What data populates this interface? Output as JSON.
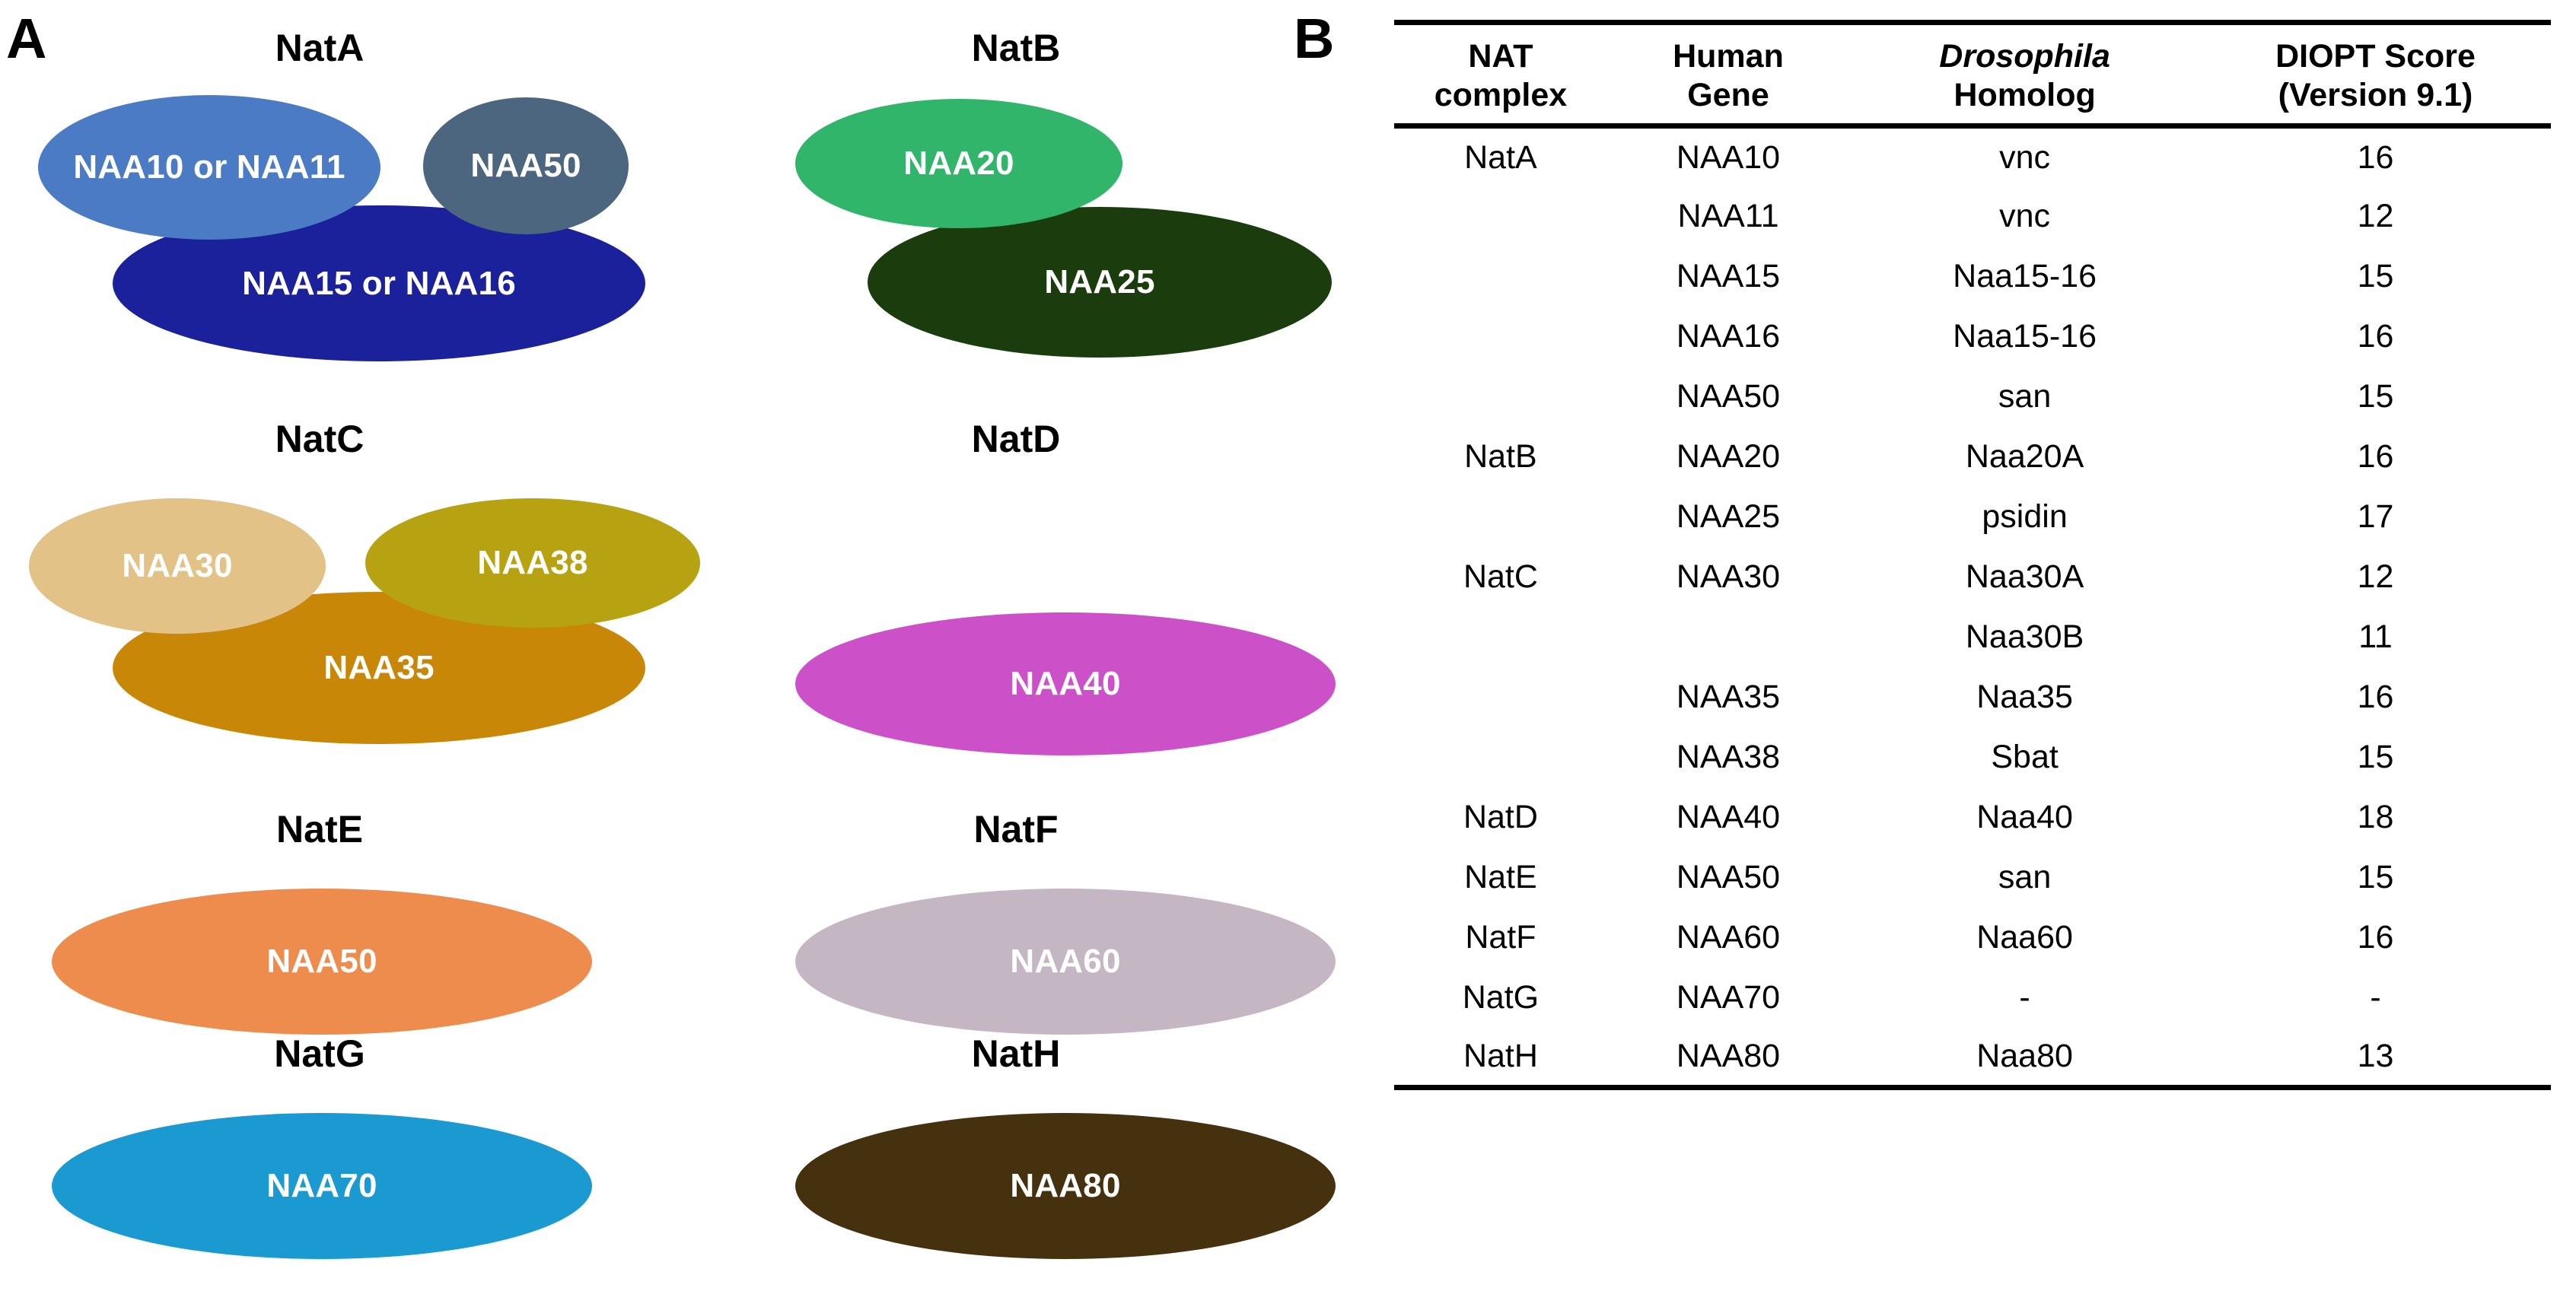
{
  "panels": {
    "a": {
      "letter": "A"
    },
    "b": {
      "letter": "B"
    }
  },
  "complexes": [
    {
      "id": "natA",
      "title": "NatA",
      "subunits": [
        {
          "label": "NAA10 or NAA11",
          "color": "#4A7BC4"
        },
        {
          "label": "NAA50",
          "color": "#4C6680"
        },
        {
          "label": "NAA15 or NAA16",
          "color": "#1B219B"
        }
      ]
    },
    {
      "id": "natB",
      "title": "NatB",
      "subunits": [
        {
          "label": "NAA20",
          "color": "#31B56B"
        },
        {
          "label": "NAA25",
          "color": "#1B3D0E"
        }
      ]
    },
    {
      "id": "natC",
      "title": "NatC",
      "subunits": [
        {
          "label": "NAA30",
          "color": "#E2C287"
        },
        {
          "label": "NAA38",
          "color": "#B7A212"
        },
        {
          "label": "NAA35",
          "color": "#C98708"
        }
      ]
    },
    {
      "id": "natD",
      "title": "NatD",
      "subunits": [
        {
          "label": "NAA40",
          "color": "#CC51C8"
        }
      ]
    },
    {
      "id": "natE",
      "title": "NatE",
      "subunits": [
        {
          "label": "NAA50",
          "color": "#EE8C4D"
        }
      ]
    },
    {
      "id": "natF",
      "title": "NatF",
      "subunits": [
        {
          "label": "NAA60",
          "color": "#C4B6C2"
        }
      ]
    },
    {
      "id": "natG",
      "title": "NatG",
      "subunits": [
        {
          "label": "NAA70",
          "color": "#1B9AD2"
        }
      ]
    },
    {
      "id": "natH",
      "title": "NatH",
      "subunits": [
        {
          "label": "NAA80",
          "color": "#46310E"
        }
      ]
    }
  ],
  "table": {
    "headers": [
      {
        "line1": "NAT",
        "line2": "complex",
        "italic": false
      },
      {
        "line1": "Human",
        "line2": "Gene",
        "italic": false
      },
      {
        "line1": "Drosophila",
        "line2": "Homolog",
        "italic": true
      },
      {
        "line1": "DIOPT Score",
        "line2": "(Version 9.1)",
        "italic": false
      }
    ],
    "rows": [
      {
        "complex": "NatA",
        "gene": "NAA10",
        "homolog": "vnc",
        "score": "16"
      },
      {
        "complex": "",
        "gene": "NAA11",
        "homolog": "vnc",
        "score": "12"
      },
      {
        "complex": "",
        "gene": "NAA15",
        "homolog": "Naa15-16",
        "score": "15"
      },
      {
        "complex": "",
        "gene": "NAA16",
        "homolog": "Naa15-16",
        "score": "16"
      },
      {
        "complex": "",
        "gene": "NAA50",
        "homolog": "san",
        "score": "15"
      },
      {
        "complex": "NatB",
        "gene": "NAA20",
        "homolog": "Naa20A",
        "score": "16"
      },
      {
        "complex": "",
        "gene": "NAA25",
        "homolog": "psidin",
        "score": "17"
      },
      {
        "complex": "NatC",
        "gene": "NAA30",
        "homolog": "Naa30A",
        "score": "12"
      },
      {
        "complex": "",
        "gene": "",
        "homolog": "Naa30B",
        "score": "11"
      },
      {
        "complex": "",
        "gene": "NAA35",
        "homolog": "Naa35",
        "score": "16"
      },
      {
        "complex": "",
        "gene": "NAA38",
        "homolog": "Sbat",
        "score": "15"
      },
      {
        "complex": "NatD",
        "gene": "NAA40",
        "homolog": "Naa40",
        "score": "18"
      },
      {
        "complex": "NatE",
        "gene": "NAA50",
        "homolog": "san",
        "score": "15"
      },
      {
        "complex": "NatF",
        "gene": "NAA60",
        "homolog": "Naa60",
        "score": "16"
      },
      {
        "complex": "NatG",
        "gene": "NAA70",
        "homolog": "-",
        "score": "-"
      },
      {
        "complex": "NatH",
        "gene": "NAA80",
        "homolog": "Naa80",
        "score": "13"
      }
    ]
  }
}
